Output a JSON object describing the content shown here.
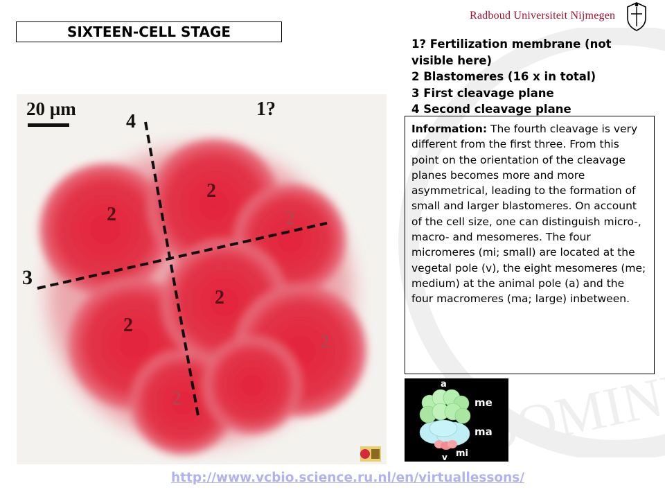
{
  "header": {
    "logo_text": "Radboud Universiteit Nijmegen",
    "watermark_text": "DOMINE·FE"
  },
  "title": "SIXTEEN-CELL STAGE",
  "legend": [
    "1? Fertilization membrane (not visible here)",
    "2 Blastomeres (16 x in total)",
    "3 First cleavage plane",
    "4 Second cleavage plane"
  ],
  "info": {
    "label": "Information:",
    "text": "The fourth cleavage is very different from the first three. From this point on the orientation of the cleavage planes becomes more and more asymmetrical, leading to the formation of small and larger blastomeres. On account of the cell size, one can distinguish micro-, macro- and mesomeres. The four micromeres (mi; small) are located at the vegetal pole (v), the eight mesomeres (me; medium) at the animal pole (a) and the four macromeres (ma; large) inbetween."
  },
  "micrograph": {
    "scale_label": "20 µm",
    "label_membrane": "1?",
    "label_first_plane": "3",
    "label_second_plane": "4",
    "blastomere_label": "2"
  },
  "diagram": {
    "label_animal": "a",
    "label_mesomeres": "me",
    "label_macromeres": "ma",
    "label_micromeres": "mi",
    "label_vegetal": "v"
  },
  "footer": {
    "url": "http://www.vcbio.science.ru.nl/en/virtuallessons/"
  },
  "colors": {
    "logo": "#a01030",
    "url": "#b2b2ee",
    "cells": "#e0303e",
    "mesomeres": "#b6eeb0",
    "macromeres": "#bfeff5",
    "micromeres": "#f7a3a8"
  }
}
